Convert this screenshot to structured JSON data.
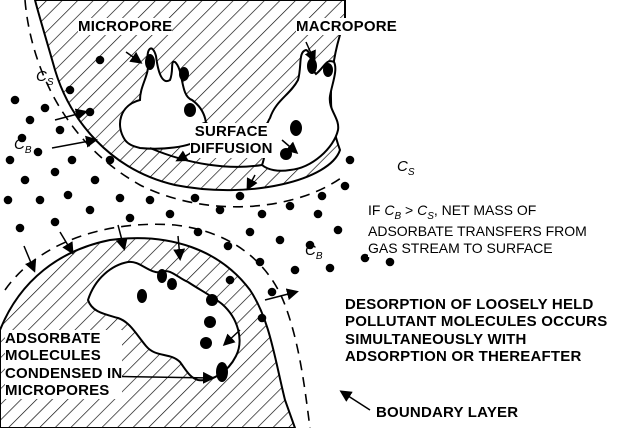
{
  "labels": {
    "micropore": "MICROPORE",
    "macropore": "MACROPORE",
    "surface_diffusion": [
      "SURFACE",
      "DIFFUSION"
    ],
    "cs_symbol": "C",
    "cs_sub": "S",
    "cb_symbol": "C",
    "cb_sub": "B",
    "net_mass_note": {
      "line1_prefix": "IF ",
      "line1_cb": "C",
      "line1_cb_sub": "B",
      "line1_gt": " > ",
      "line1_cs": "C",
      "line1_cs_sub": "S",
      "line1_suffix": ", NET MASS OF",
      "line2": "ADSORBATE TRANSFERS FROM",
      "line3": "GAS STREAM TO SURFACE"
    },
    "desorption_note": [
      "DESORPTION OF LOOSELY HELD",
      "POLLUTANT MOLECULES OCCURS",
      "SIMULTANEOUSLY WITH",
      "ADSORPTION OR THEREAFTER"
    ],
    "adsorbate_note": [
      "ADSORBATE",
      "MOLECULES",
      "CONDENSED IN",
      "MICROPORES"
    ],
    "boundary_layer": "BOUNDARY LAYER"
  },
  "colors": {
    "ink": "#000000",
    "paper": "#ffffff"
  }
}
